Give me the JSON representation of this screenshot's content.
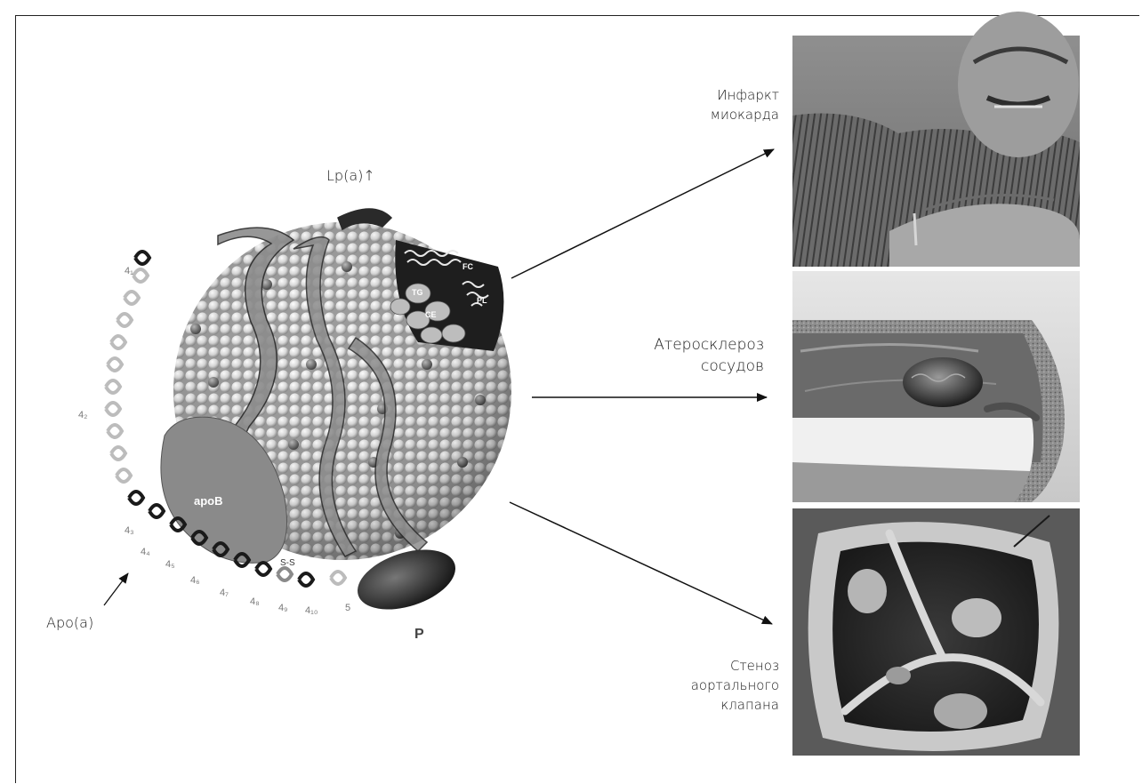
{
  "labels": {
    "lpa": "Lp(a)↑",
    "apoa": "Apo(a)",
    "apob": "apoB",
    "p": "P",
    "ss": "S-S",
    "fc": "FC",
    "tg": "TG",
    "ce": "CE",
    "pl": "PL",
    "k41": "4₁",
    "k42": "4₂",
    "k43": "4₃",
    "k44": "4₄",
    "k45": "4₅",
    "k46": "4₆",
    "k47": "4₇",
    "k48": "4₈",
    "k49": "4₉",
    "k410": "4₁₀",
    "k5": "5"
  },
  "outcomes": [
    {
      "line1": "Инфаркт",
      "line2": "миокарда",
      "line3": ""
    },
    {
      "line1": "Атеросклероз",
      "line2": "сосудов",
      "line3": ""
    },
    {
      "line1": "Стеноз",
      "line2": "аортального",
      "line3": "клапана"
    }
  ]
}
